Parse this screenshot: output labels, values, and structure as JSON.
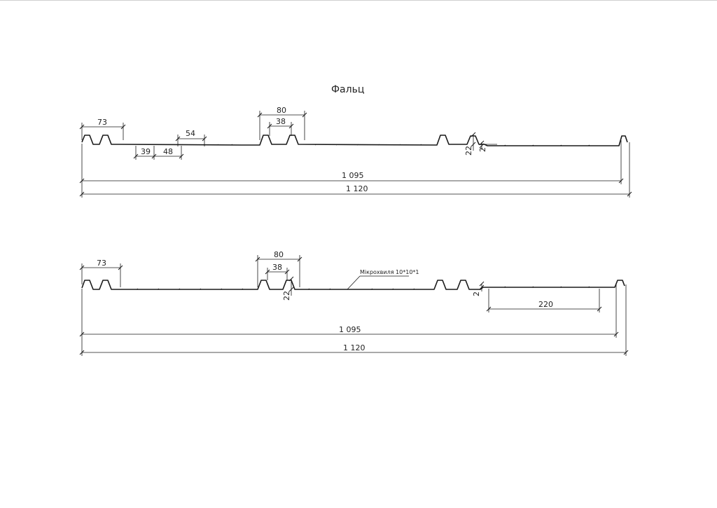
{
  "title": "Фальц",
  "profile_top": {
    "dims": {
      "d73": "73",
      "d80": "80",
      "d38": "38",
      "d54": "54",
      "d39": "39",
      "d48": "48",
      "d22": "22",
      "d2": "2",
      "d1095": "1 095",
      "d1120": "1 120"
    }
  },
  "profile_bottom": {
    "dims": {
      "d73": "73",
      "d80": "80",
      "d38": "38",
      "d22": "22",
      "d2": "2",
      "d220": "220",
      "d1095": "1 095",
      "d1120": "1 120"
    },
    "note": "Мікрохвиля 10*10*1"
  }
}
